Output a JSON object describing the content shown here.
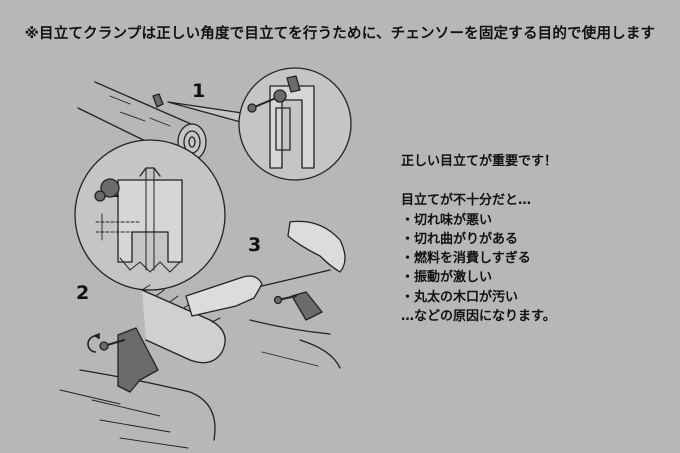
{
  "header": {
    "title": "※目立てクランプは正しい角度で目立てを行うために、チェンソーを固定する目的で使用します"
  },
  "steps": {
    "one": "1",
    "two": "2",
    "three": "3"
  },
  "notes": {
    "headline": "正しい目立てが重要です！",
    "lead": "目立てが不十分だと…",
    "items": [
      "・切れ味が悪い",
      "・切れ曲がりがある",
      "・燃料を消費しすぎる",
      "・振動が激しい",
      "・丸太の木口が汚い"
    ],
    "closing": "…などの原因になります。"
  },
  "colors": {
    "background": "#b6b7b6",
    "clamp": "#6b6b6b",
    "line": "#222222",
    "callout_fill": "#c4c5c4"
  },
  "icons": [
    "rotate-arrow-icon"
  ]
}
